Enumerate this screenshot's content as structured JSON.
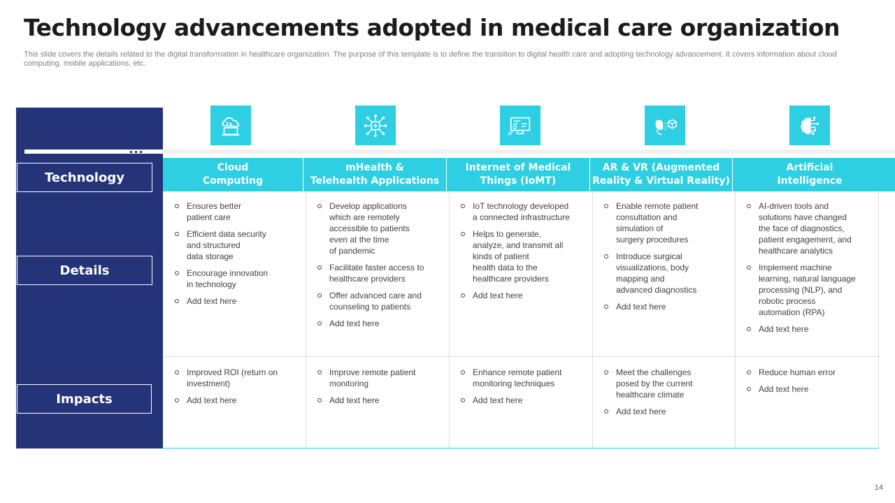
{
  "slide": {
    "title": "Technology advancements adopted in medical care organization",
    "subtitle": "This slide covers the details related to the digital transformation in healthcare organization. The purpose of this template is to define the transition to digital health care and adopting technology advancement. It covers information about cloud computing, mobile applications, etc.",
    "page_number": "14"
  },
  "row_labels": {
    "technology": "Technology",
    "details": "Details",
    "impacts": "Impacts"
  },
  "colors": {
    "navy": "#253478",
    "cyan": "#2ecfe3"
  },
  "columns": [
    {
      "icon": "cloud-computing-icon",
      "header": "Cloud\nComputing",
      "details": [
        "Ensures better\npatient care",
        "Efficient data security\nand structured\ndata storage",
        "Encourage innovation\nin technology",
        "Add text here"
      ],
      "impacts": [
        "Improved ROI (return on\ninvestment)",
        "Add text here"
      ]
    },
    {
      "icon": "network-hub-icon",
      "header": "mHealth &\nTelehealth Applications",
      "details": [
        "Develop applications\nwhich are remotely\naccessible to patients\neven at the time\nof pandemic",
        "Facilitate faster access to\nhealthcare providers",
        "Offer advanced care and\ncounseling to patients",
        "Add text here"
      ],
      "impacts": [
        "Improve remote patient\nmonitoring",
        "Add text here"
      ]
    },
    {
      "icon": "monitor-dashboard-icon",
      "header": "Internet of Medical\nThings (IoMT)",
      "details": [
        "IoT technology developed\na connected infrastructure",
        "Helps to generate,\nanalyze, and transmit all\nkinds of patient\nhealth data to the\nhealthcare providers",
        "Add text here"
      ],
      "impacts": [
        "Enhance remote patient\nmonitoring techniques",
        "Add text here"
      ]
    },
    {
      "icon": "vr-headset-icon",
      "header": "AR & VR (Augmented\nReality & Virtual Reality)",
      "details": [
        "Enable remote patient\nconsultation and\nsimulation of\nsurgery procedures",
        "Introduce surgical\nvisualizations, body\nmapping and\nadvanced diagnostics",
        "Add text here"
      ],
      "impacts": [
        "Meet the challenges\nposed by the current\nhealthcare climate",
        "Add text here"
      ]
    },
    {
      "icon": "ai-brain-icon",
      "header": "Artificial\nIntelligence",
      "details": [
        "AI-driven tools and\nsolutions have changed\nthe face of diagnostics,\npatient engagement, and\nhealthcare analytics",
        "Implement machine\nlearning, natural language\nprocessing (NLP), and\nrobotic process\nautomation (RPA)",
        "Add text here"
      ],
      "impacts": [
        "Reduce human error",
        "Add text here"
      ]
    }
  ]
}
